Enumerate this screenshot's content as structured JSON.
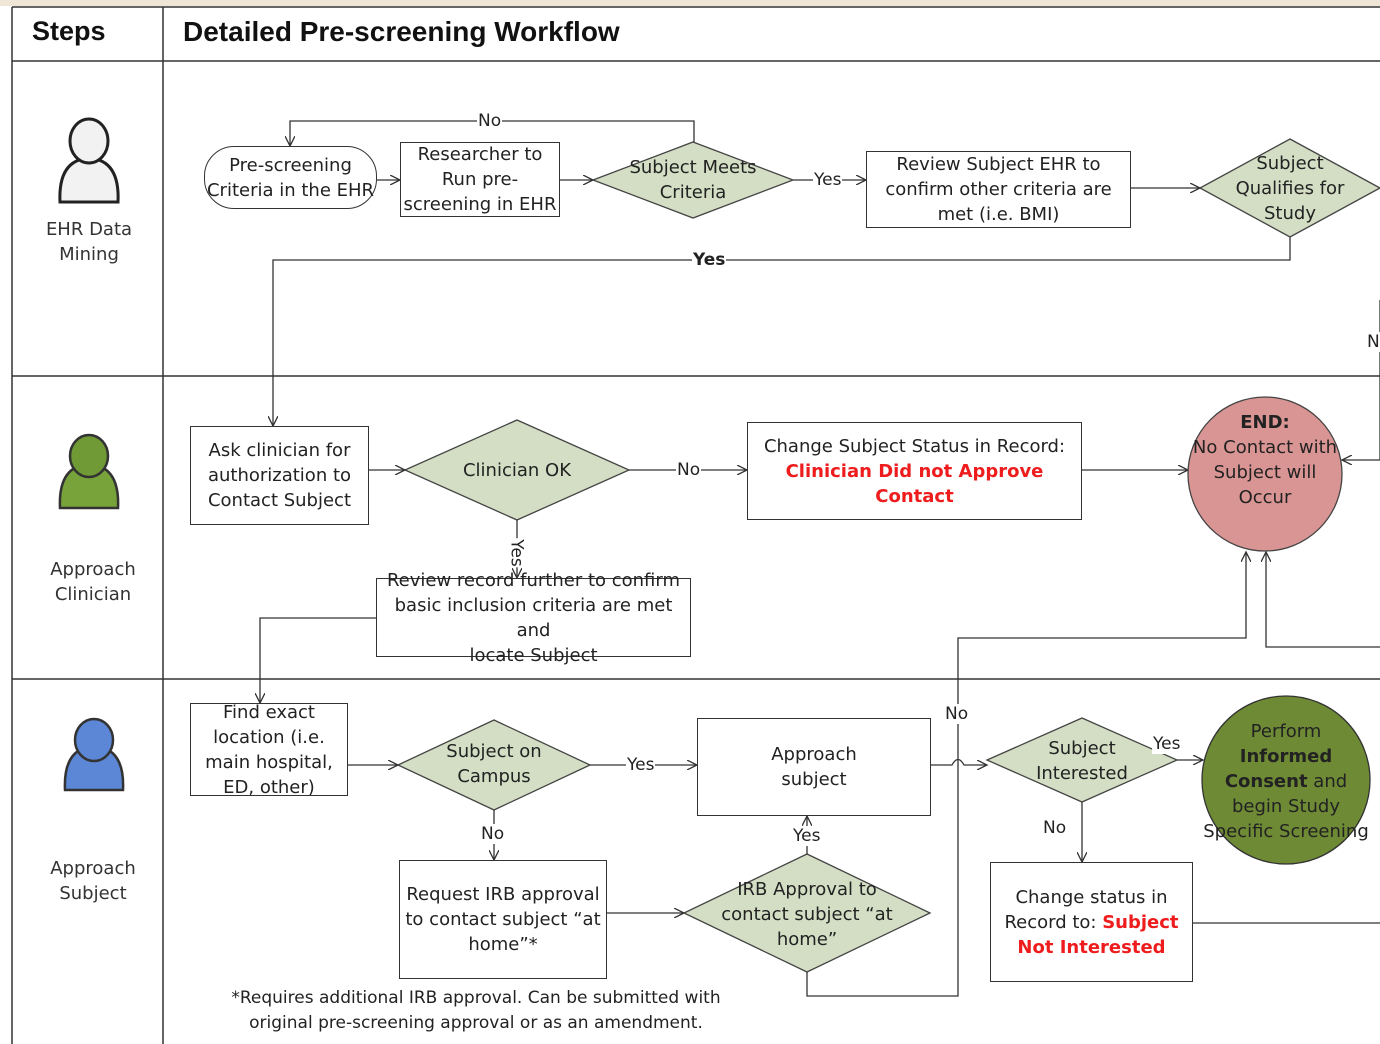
{
  "header": {
    "steps": "Steps",
    "title": "Detailed Pre-screening Workflow"
  },
  "lanes": {
    "ehr": [
      "EHR Data",
      "Mining"
    ],
    "clinician": [
      "Approach",
      "Clinician"
    ],
    "subject": [
      "Approach",
      "Subject"
    ]
  },
  "nodes": {
    "prescreen_criteria": [
      "Pre-screening",
      "Criteria in the EHR"
    ],
    "researcher_run": [
      "Researcher to",
      "Run pre-",
      "screening in EHR"
    ],
    "subject_meets": [
      "Subject Meets",
      "Criteria"
    ],
    "review_ehr": [
      "Review Subject EHR to",
      "confirm other criteria are",
      "met (i.e. BMI)"
    ],
    "subject_qualifies": [
      "Subject",
      "Qualifies for",
      "Study"
    ],
    "ask_clinician": [
      "Ask clinician for",
      "authorization to",
      "Contact Subject"
    ],
    "clinician_ok": "Clinician OK",
    "change_status_clin": {
      "line1": "Change Subject Status in Record:",
      "line2": "Clinician Did not Approve Contact"
    },
    "end": {
      "title": "END:",
      "lines": [
        "No Contact with",
        "Subject will",
        "Occur"
      ]
    },
    "review_record": [
      "Review record further to confirm",
      "basic inclusion criteria are met and",
      "locate  Subject"
    ],
    "find_location": [
      "Find exact",
      "location (i.e.",
      "main hospital,",
      "ED, other)"
    ],
    "subject_campus": [
      "Subject on",
      "Campus"
    ],
    "approach_subject": [
      "Approach",
      "subject"
    ],
    "subject_interested": [
      "Subject",
      "Interested"
    ],
    "perform_consent": {
      "l1": "Perform",
      "l2": "Informed",
      "l3a": "Consent",
      "l3b": " and",
      "l4": "begin Study",
      "l5": "Specific Screening"
    },
    "request_irb": [
      "Request IRB approval",
      "to  contact subject “at",
      "home”*"
    ],
    "irb_approval": [
      "IRB Approval to",
      "contact subject “at",
      "home”"
    ],
    "change_status_subj": {
      "l1": "Change status in",
      "l2a": "Record to: ",
      "l2b": "Subject",
      "l3": "Not Interested"
    }
  },
  "edges": {
    "no_top": "No",
    "yes_meets": "Yes",
    "yes_qualifies": "Yes",
    "no_qualifies": "N",
    "no_clinician": "No",
    "yes_clinician": "Yes",
    "yes_campus": "Yes",
    "no_campus": "No",
    "yes_irb": "Yes",
    "no_irb": "No",
    "yes_interested": "Yes",
    "no_interested": "No"
  },
  "footnote": [
    "*Requires additional IRB approval. Can be submitted with",
    "original pre-screening approval or as an amendment."
  ],
  "colors": {
    "diamond": "#d3dec4",
    "end_fill": "#d99593",
    "consent_fill": "#6e8a35",
    "person_ehr": "#f2f2f2",
    "person_clinician": "#77a33a",
    "person_subject": "#5b87d6",
    "red_text": "#ee1c1c"
  }
}
